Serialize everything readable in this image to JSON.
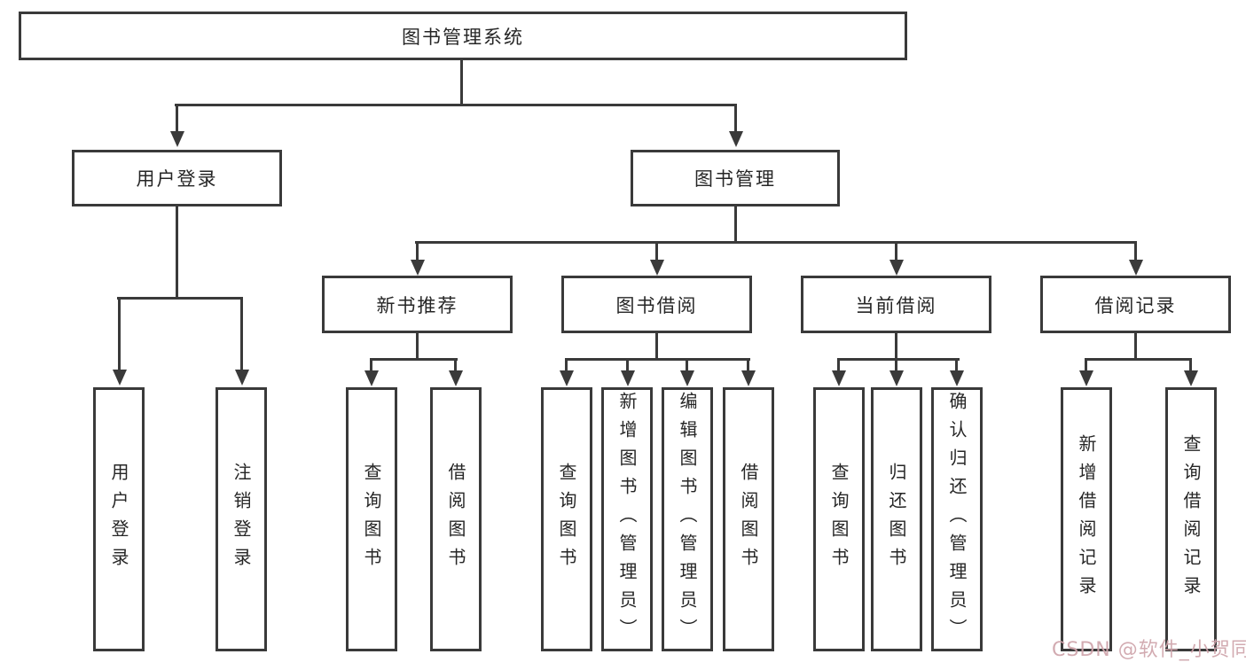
{
  "tree": {
    "root": {
      "label": "图书管理系统"
    },
    "branches": [
      {
        "label": "用户登录",
        "children": [
          {
            "label": "用户登录"
          },
          {
            "label": "注销登录"
          }
        ]
      },
      {
        "label": "图书管理",
        "children": [
          {
            "label": "新书推荐",
            "children": [
              {
                "label": "查询图书"
              },
              {
                "label": "借阅图书"
              }
            ]
          },
          {
            "label": "图书借阅",
            "children": [
              {
                "label": "查询图书"
              },
              {
                "label": "新增图书（管理员）"
              },
              {
                "label": "编辑图书（管理员）"
              },
              {
                "label": "借阅图书"
              }
            ]
          },
          {
            "label": "当前借阅",
            "children": [
              {
                "label": "查询图书"
              },
              {
                "label": "归还图书"
              },
              {
                "label": "确认归还（管理员）"
              }
            ]
          },
          {
            "label": "借阅记录",
            "children": [
              {
                "label": "新增借阅记录"
              },
              {
                "label": "查询借阅记录"
              }
            ]
          }
        ]
      }
    ]
  },
  "watermark": {
    "text": "CSDN @软件_小贺同学"
  },
  "colors": {
    "line": "#3a3a3a",
    "text": "#262626",
    "background": "#ffffff",
    "watermark": "#cfa4ab"
  }
}
